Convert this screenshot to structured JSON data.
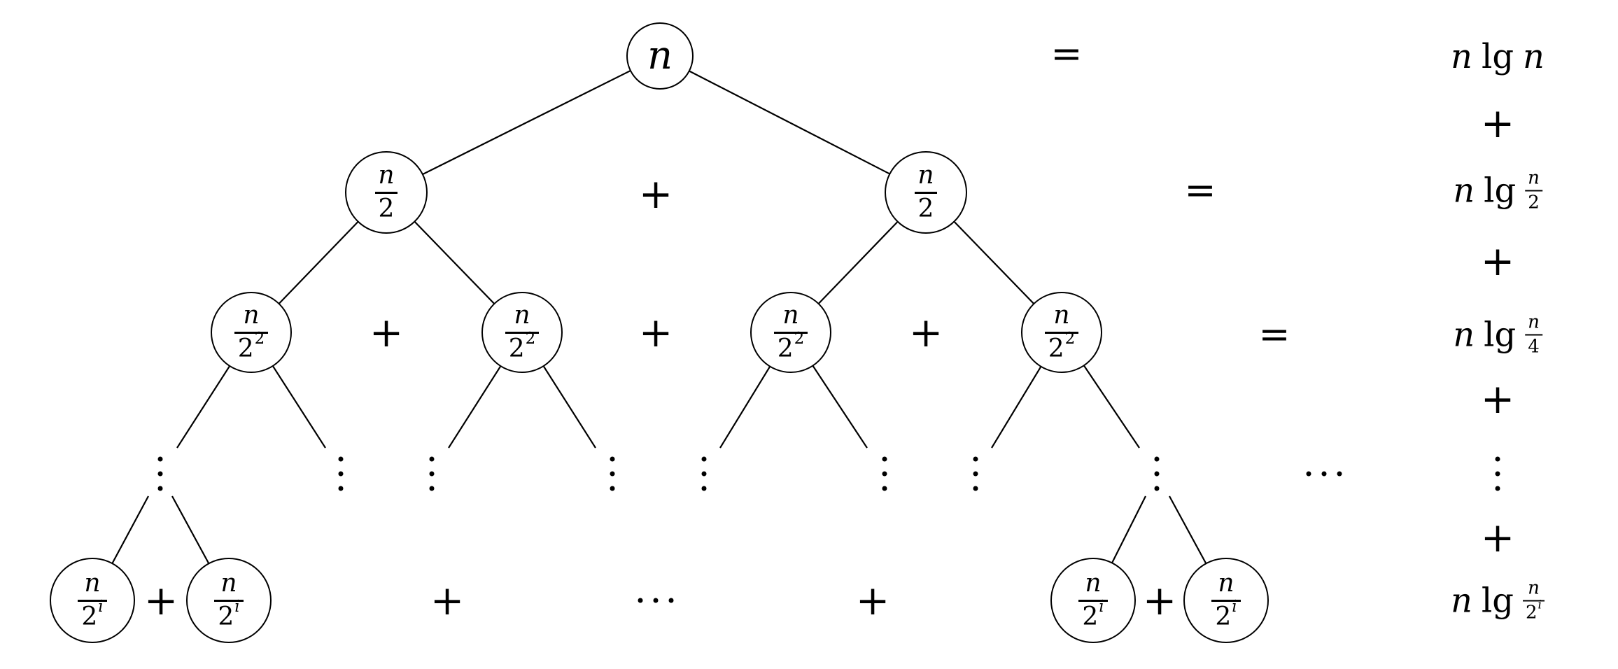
{
  "sym": {
    "plus": "+",
    "equals": "=",
    "vdots": "⋮",
    "cdots": "⋯"
  },
  "nodes": {
    "root": {
      "label": "n"
    },
    "l2_left": {
      "num": "n",
      "den": "2"
    },
    "l2_right": {
      "num": "n",
      "den": "2"
    },
    "l3_1": {
      "num": "n",
      "den": "2",
      "den_exp": "2"
    },
    "l3_2": {
      "num": "n",
      "den": "2",
      "den_exp": "2"
    },
    "l3_3": {
      "num": "n",
      "den": "2",
      "den_exp": "2"
    },
    "l3_4": {
      "num": "n",
      "den": "2",
      "den_exp": "2"
    },
    "leaf_1": {
      "num": "n",
      "den": "2",
      "den_exp": "i"
    },
    "leaf_2": {
      "num": "n",
      "den": "2",
      "den_exp": "i"
    },
    "leaf_3": {
      "num": "n",
      "den": "2",
      "den_exp": "i"
    },
    "leaf_4": {
      "num": "n",
      "den": "2",
      "den_exp": "i"
    }
  },
  "equations": {
    "row1": {
      "var1": "n",
      "op": "lg",
      "var2": "n"
    },
    "row2": {
      "var1": "n",
      "op": "lg",
      "num": "n",
      "den": "2"
    },
    "row3": {
      "var1": "n",
      "op": "lg",
      "num": "n",
      "den": "4"
    },
    "row4": {
      "var1": "n",
      "op": "lg",
      "num": "n",
      "den": "2",
      "den_exp": "i"
    }
  }
}
